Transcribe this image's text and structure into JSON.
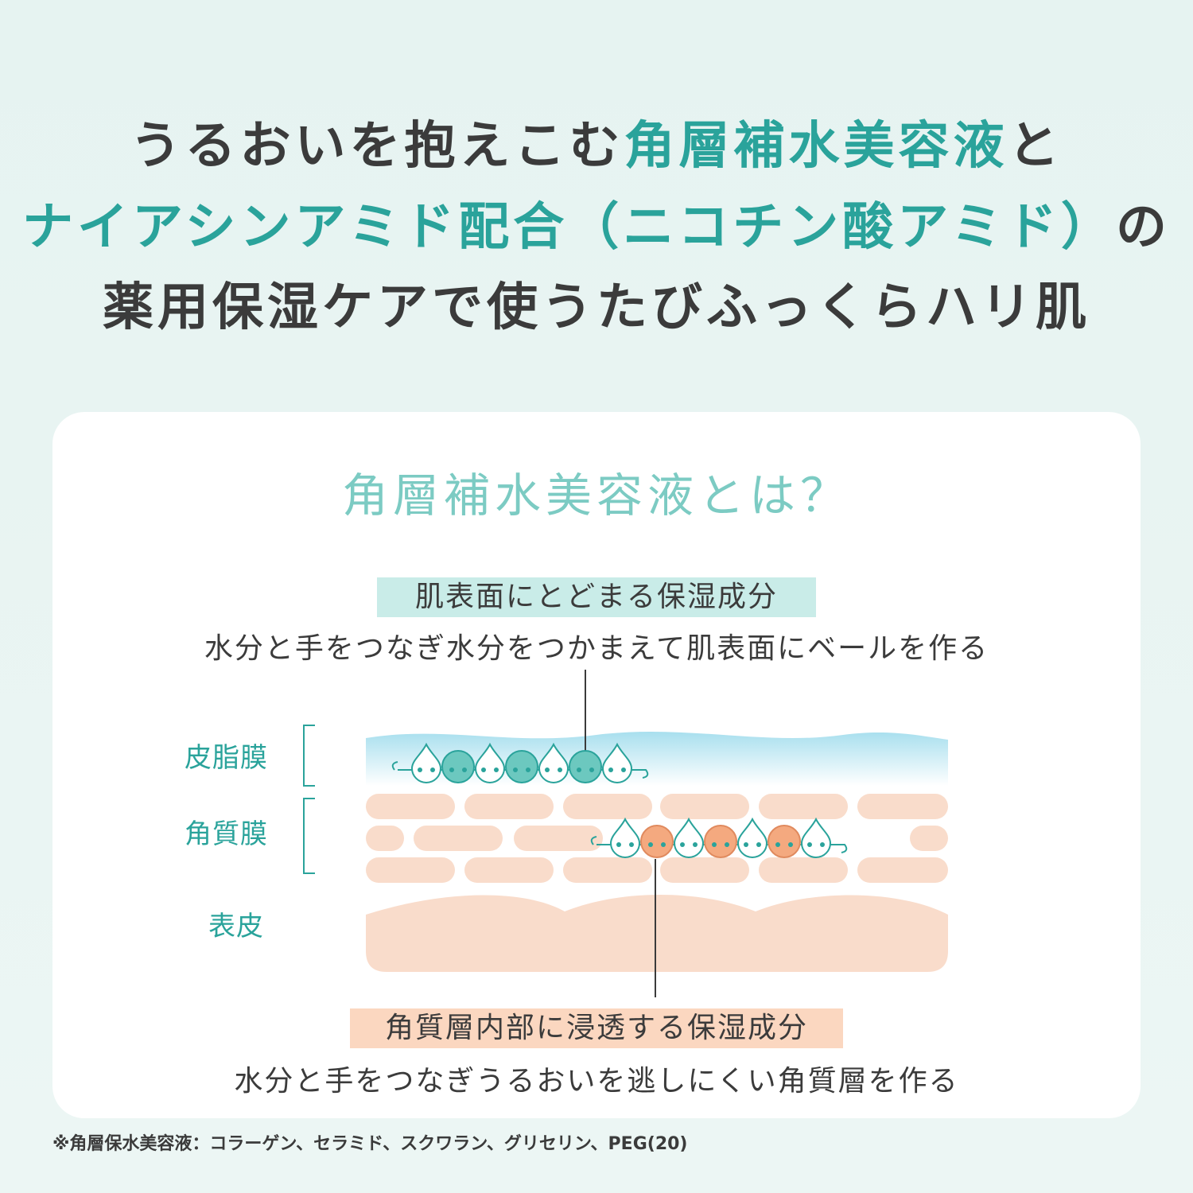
{
  "headline": {
    "line1_a": "うるおいを抱えこむ",
    "line1_b": "角層補水美容液",
    "line1_c": "と",
    "line2_a": "ナイアシンアミド配合（ニコチン酸アミド）",
    "line2_b": "の",
    "line3": "薬用保湿ケアで使うたびふっくらハリ肌"
  },
  "card": {
    "title": "角層補水美容液とは？",
    "surface_tag": "肌表面にとどまる保湿成分",
    "surface_desc": "水分と手をつなぎ水分をつかまえて肌表面にベールを作る",
    "inner_tag": "角質層内部に浸透する保湿成分",
    "inner_desc": "水分と手をつなぎうるおいを逃しにくい角質層を作る",
    "layers": [
      "皮脂膜",
      "角質膜",
      "表皮"
    ]
  },
  "footnote": "※角層保水美容液：コラーゲン、セラミド、スクワラン、グリセリン、PEG(20)",
  "colors": {
    "teal": "#2aa39b",
    "title_teal": "#7ccbc3",
    "teal_tag_bg": "#c9ece8",
    "orange_tag_bg": "#fbd7c0",
    "skin": "#f9dccb",
    "orange_ball": "#f4a97f"
  }
}
